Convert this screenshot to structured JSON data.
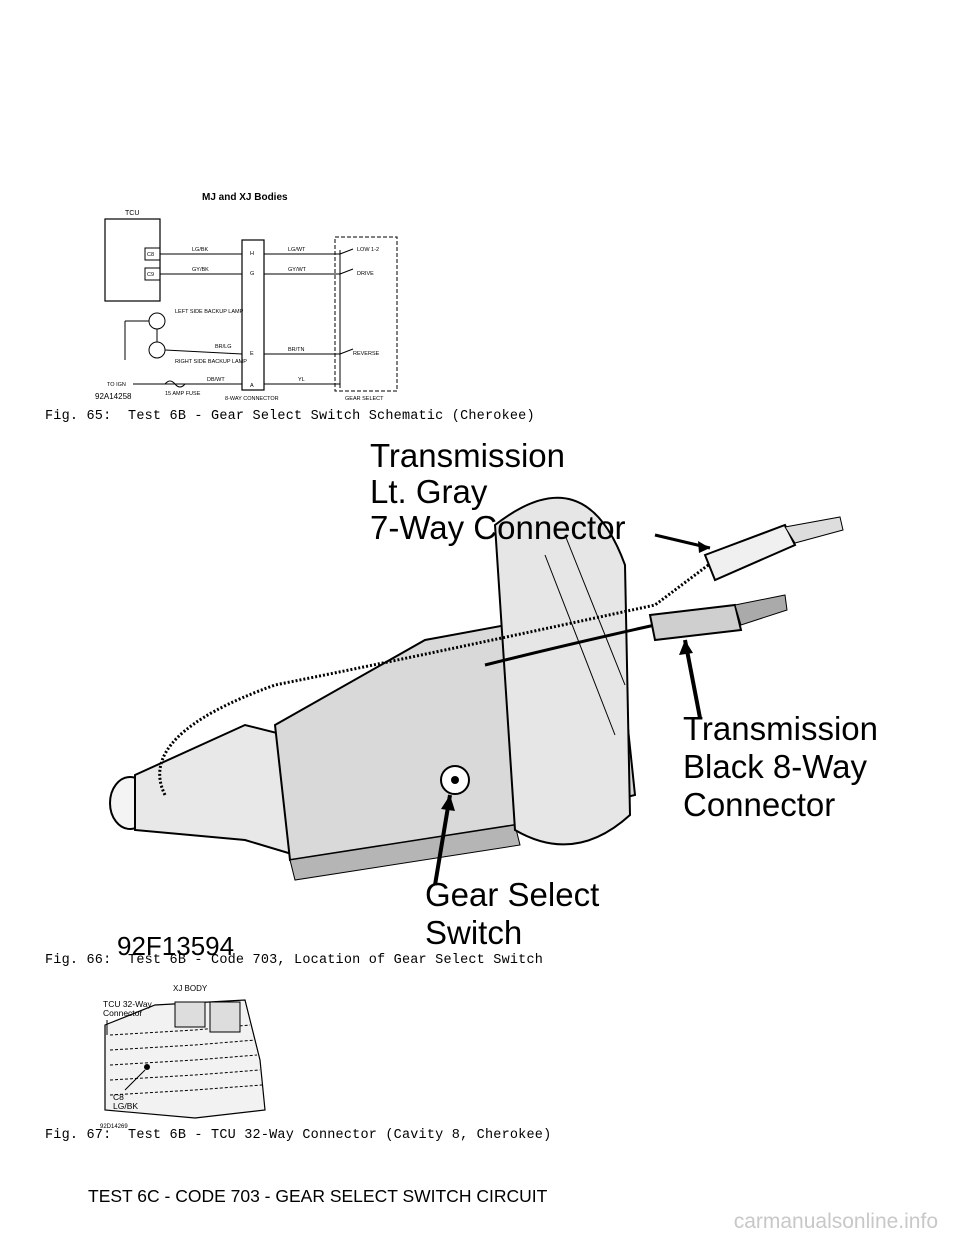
{
  "figure65": {
    "title": "MJ and XJ Bodies",
    "tcu_label": "TCU",
    "pin_c8": "C8",
    "pin_c9": "C9",
    "wire_lgbk": "LG/BK",
    "wire_gybk": "GY/BK",
    "wire_lgwt": "LG/WT",
    "wire_gywt": "GY/WT",
    "wire_brlg": "BR/LG",
    "wire_brtn": "BR/TN",
    "wire_dbwt": "DB/WT",
    "wire_yl": "YL",
    "left_lamp": "LEFT SIDE BACKUP LAMP",
    "right_lamp": "RIGHT SIDE BACKUP LAMP",
    "to_ign": "TO IGN",
    "fuse_label": "15 AMP FUSE",
    "connector_label": "8-WAY CONNECTOR",
    "gear_select_label": "GEAR SELECT",
    "pos_low": "LOW 1-2",
    "pos_drive": "DRIVE",
    "pos_reverse": "REVERSE",
    "pin_h": "H",
    "pin_g": "G",
    "pin_e": "E",
    "pin_a": "A",
    "drawing_id": "92A14258",
    "caption": "Fig. 65:  Test 6B - Gear Select Switch Schematic (Cherokee)"
  },
  "figure66": {
    "label_lt_gray": "Transmission\nLt. Gray\n7-Way Connector",
    "label_black": "Transmission\nBlack 8-Way\nConnector",
    "label_switch": "Gear Select\nSwitch",
    "drawing_id": "92F13594",
    "caption": "Fig. 66:  Test 6B - Code 703, Location of Gear Select Switch"
  },
  "figure67": {
    "body_label": "XJ BODY",
    "connector_label": "TCU 32-Way\nConnector",
    "cavity_label": "C8\nLG/BK",
    "drawing_id": "92D14269",
    "caption": "Fig. 67:  Test 6B - TCU 32-Way Connector (Cavity 8, Cherokee)"
  },
  "section_heading": "TEST 6C - CODE 703 - GEAR SELECT SWITCH CIRCUIT",
  "watermark": "carmanualsonline.info"
}
